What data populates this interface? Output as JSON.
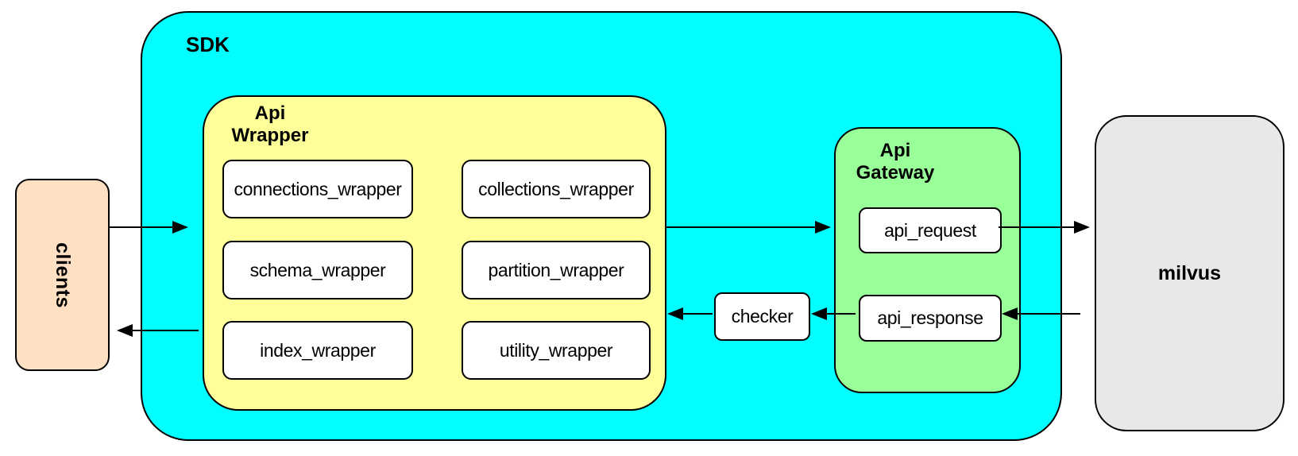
{
  "colors": {
    "sdk_bg": "#00FFFF",
    "wrapper_bg": "#FFFF99",
    "gateway_bg": "#99FF99",
    "clients_bg": "#FFE0C2",
    "milvus_bg": "#E8E8E8",
    "box_bg": "#FFFFFF",
    "border": "#000000"
  },
  "clients": {
    "label": "clients"
  },
  "sdk": {
    "label": "SDK"
  },
  "api_wrapper": {
    "label": "Api\nWrapper",
    "boxes": [
      "connections_wrapper",
      "collections_wrapper",
      "schema_wrapper",
      "partition_wrapper",
      "index_wrapper",
      "utility_wrapper"
    ]
  },
  "checker": {
    "label": "checker"
  },
  "api_gateway": {
    "label": "Api\nGateway",
    "boxes": [
      "api_request",
      "api_response"
    ]
  },
  "milvus": {
    "label": "milvus"
  }
}
